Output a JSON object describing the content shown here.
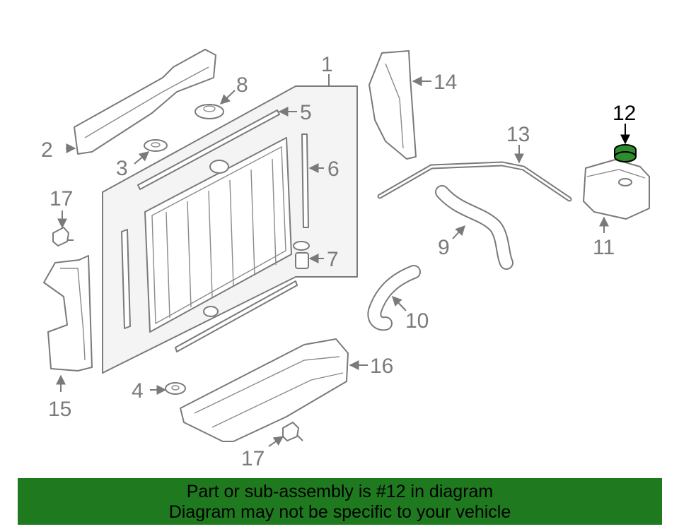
{
  "callouts": [
    "1",
    "2",
    "3",
    "4",
    "5",
    "6",
    "7",
    "8",
    "9",
    "10",
    "11",
    "12",
    "13",
    "14",
    "15",
    "16",
    "17",
    "17"
  ],
  "highlight": "12",
  "colors": {
    "highlight_part": "#2e8b2e",
    "banner_background": "#1f7a1f",
    "line": "#7a7a7a"
  },
  "banner": {
    "line1": "Part or sub-assembly is #12 in diagram",
    "line2": "Diagram may not be specific to your vehicle"
  }
}
